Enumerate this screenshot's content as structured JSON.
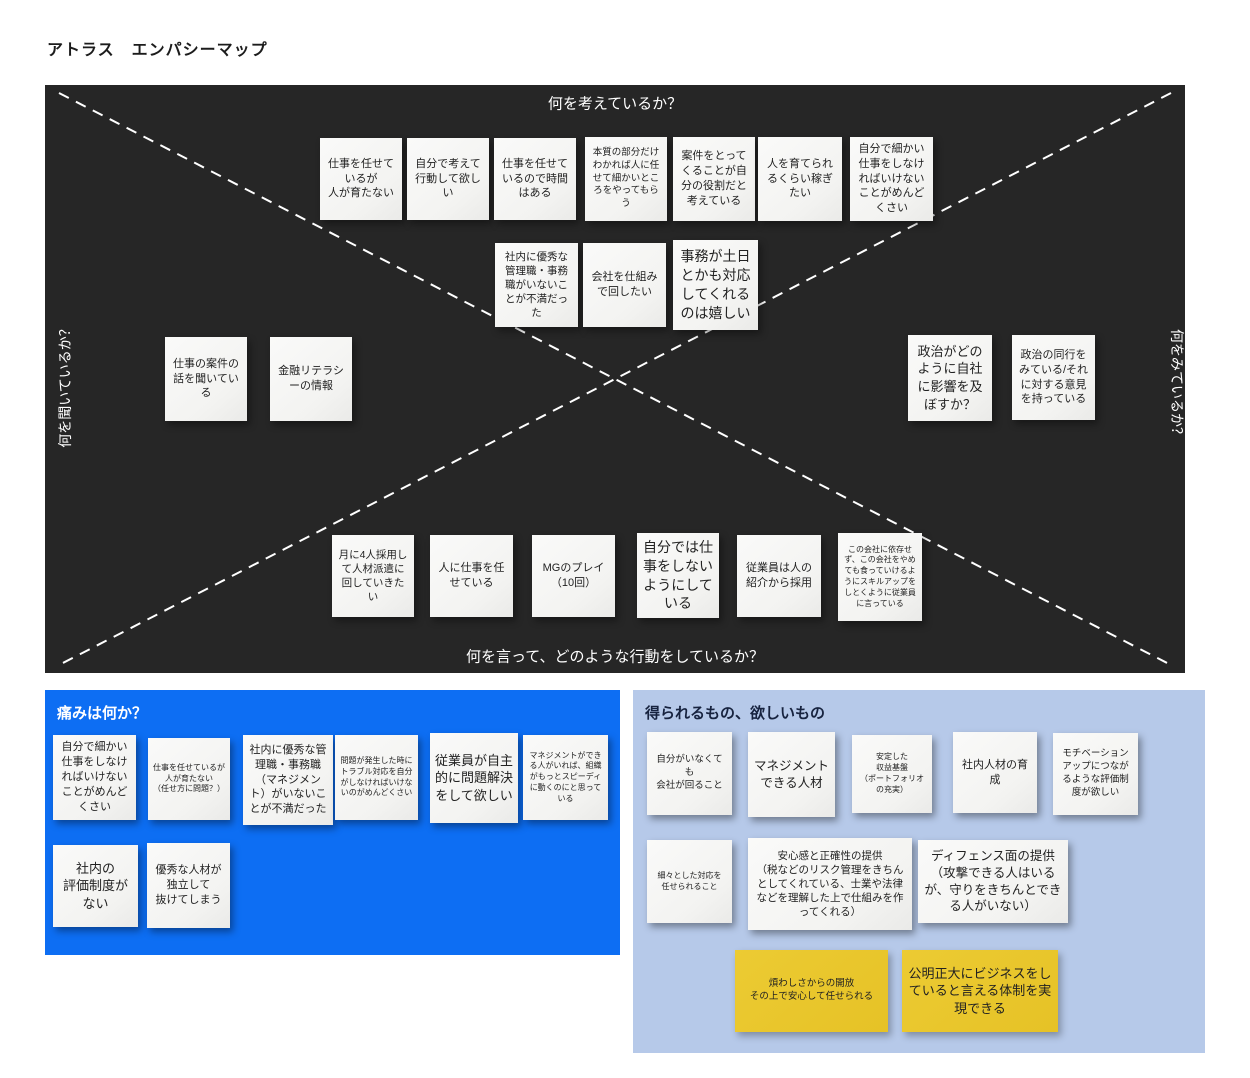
{
  "board": {
    "title": "アトラス　エンパシーマップ"
  },
  "colors": {
    "frame_background": "#262626",
    "pains_panel": "#0d6ef3",
    "gains_panel": "#b6c9e9",
    "note_white": "#f5f5f3",
    "note_yellow": "#e9c62f",
    "divider_line": "#ffffff"
  },
  "frame": {
    "label_top": "何を考えているか？",
    "label_bottom": "何を言って、どのような行動をしているか？",
    "label_left": "何を聞いているか？",
    "label_right": "何をみているか？",
    "think_notes": [
      "仕事を任せているが\n人が育たない",
      "自分で考えて行動して欲しい",
      "仕事を任せているので時間はある",
      "本質の部分だけわかれば人に任せて細かいところをやってもらう",
      "案件をとってくることが自分の役割だと考えている",
      "人を育てられるくらい稼ぎたい",
      "自分で細かい仕事をしなければいけないことがめんどくさい",
      "社内に優秀な管理職・事務職がいないことが不満だった",
      "会社を仕組みで回したい",
      "事務が土日とかも対応してくれるのは嬉しい"
    ],
    "hear_notes": [
      "仕事の案件の話を聞いている",
      "金融リテラシーの情報"
    ],
    "see_notes": [
      "政治がどのように自社に影響を及ぼすか？",
      "政治の同行をみている/それに対する意見を持っている"
    ],
    "say_do_notes": [
      "月に4人採用して人材派遣に回していきたい",
      "人に仕事を任せている",
      "MGのプレイ\n（10回）",
      "自分では仕事をしないようにしている",
      "従業員は人の紹介から採用",
      "この会社に依存せず、この会社をやめても食っていけるようにスキルアップをしとくように従業員に言っている"
    ]
  },
  "pains": {
    "title": "痛みは何か？",
    "notes": [
      "自分で細かい仕事をしなければいけないことがめんどくさい",
      "仕事を任せているが人が育たない\n（任せ方に問題？）",
      "社内に優秀な管理職・事務職（マネジメント）がいないことが不満だった",
      "問題が発生した時にトラブル対応を自分がしなければいけないのがめんどくさい",
      "従業員が自主的に問題解決をして欲しい",
      "マネジメントができる人がいれば、組織がもっとスピーディに動くのにと思っている",
      "社内の\n評価制度が\nない",
      "優秀な人材が\n独立して\n抜けてしまう"
    ]
  },
  "gains": {
    "title": "得られるもの、欲しいもの",
    "notes": [
      "自分がいなくても\n会社が回ること",
      "マネジメント\nできる人材",
      "安定した\n収益基盤\n（ポートフォリオの充実）",
      "社内人材の育成",
      "モチベーションアップにつながるような評価制度が欲しい",
      "細々とした対応を\n任せられること",
      "安心感と正確性の提供\n（税などのリスク管理をきちんとしてくれている、士業や法律などを理解した上で仕組みを作ってくれる）",
      "ディフェンス面の提供\n（攻撃できる人はいるが、守りをきちんとできる人がいない）"
    ],
    "highlights": [
      "煩わしさからの開放\nその上で安心して任せられる",
      "公明正大にビジネスをしていると言える体制を実現できる"
    ]
  }
}
